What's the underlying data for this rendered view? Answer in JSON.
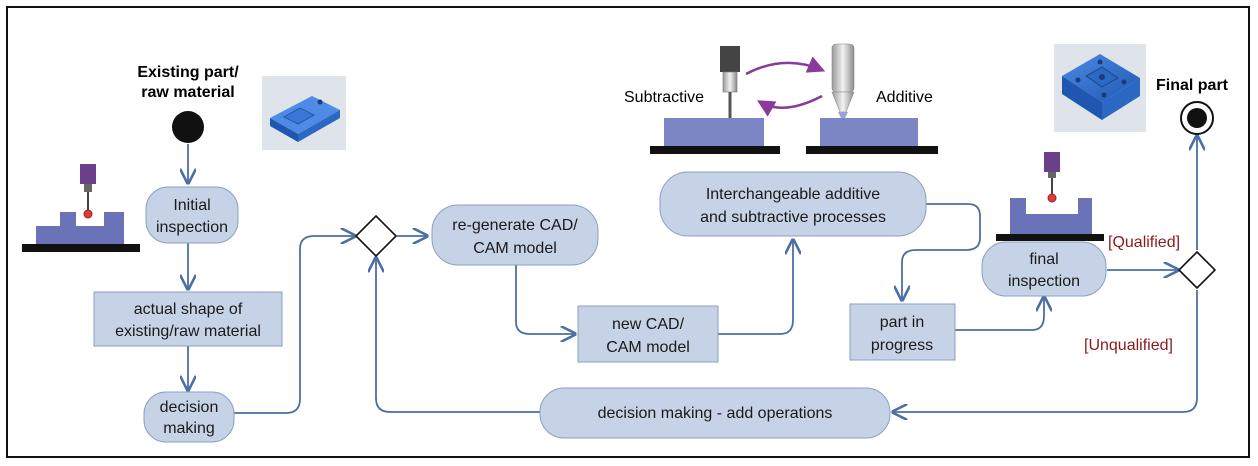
{
  "start_label": [
    "Existing part/",
    "raw material"
  ],
  "end_label": "Final part",
  "machines": {
    "subtractive": "Subtractive",
    "additive": "Additive"
  },
  "nodes": {
    "initial_inspection": [
      "Initial",
      "inspection"
    ],
    "actual_shape": [
      "actual shape of",
      "existing/raw material"
    ],
    "decision_making_1": [
      "decision",
      "making"
    ],
    "regenerate_cad": [
      "re-generate CAD/",
      "CAM model"
    ],
    "new_cad": [
      "new CAD/",
      "CAM model"
    ],
    "interchangeable": [
      "Interchangeable additive",
      "and subtractive processes"
    ],
    "part_in_progress": [
      "part in",
      "progress"
    ],
    "final_inspection": [
      "final",
      "inspection"
    ],
    "decision_add_ops": "decision making - add operations"
  },
  "guards": {
    "qualified": "[Qualified]",
    "unqualified": "[Unqualified]"
  },
  "colors": {
    "node_fill": "#c6d3e6",
    "arrow": "#4a6fa5",
    "guard_text": "#8b1a1a",
    "part_blue": "#2f6fd0",
    "probe_red": "#e03a3a",
    "cycle_arrow": "#8a3a9a"
  }
}
